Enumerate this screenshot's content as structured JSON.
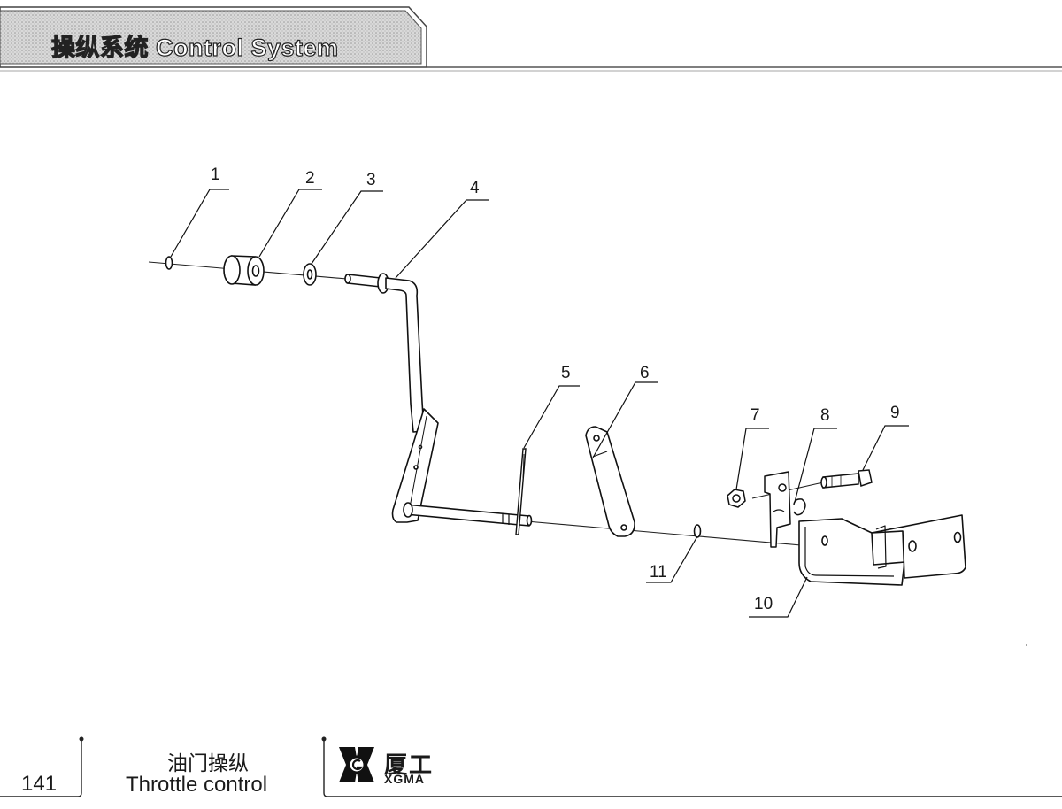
{
  "header": {
    "section_title": "操纵系统  Control System"
  },
  "diagram": {
    "callouts": [
      "1",
      "2",
      "3",
      "4",
      "5",
      "6",
      "7",
      "8",
      "9",
      "10",
      "11"
    ]
  },
  "footer": {
    "page_number": "141",
    "title_cn": "油门操纵",
    "title_en": "Throttle control",
    "brand_cn": "厦工",
    "brand_en": "XGMA"
  }
}
